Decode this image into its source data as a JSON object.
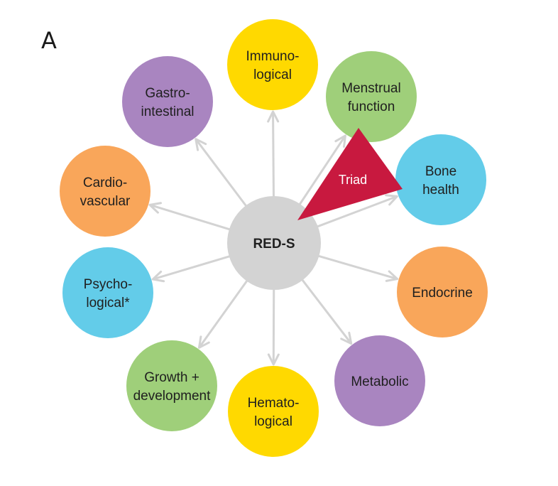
{
  "panel_label": "A",
  "center": {
    "label": "RED-S",
    "color": "#d3d3d3"
  },
  "triad": {
    "label": "Triad",
    "color": "#c8193f"
  },
  "arrow_color": "#d3d3d3",
  "nodes": [
    {
      "id": "immunological",
      "lines": [
        "Immuno-",
        "logical"
      ],
      "color": "#ffd900"
    },
    {
      "id": "menstrual-function",
      "lines": [
        "Menstrual",
        "function"
      ],
      "color": "#9fcf7a"
    },
    {
      "id": "bone-health",
      "lines": [
        "Bone",
        "health"
      ],
      "color": "#63cce9"
    },
    {
      "id": "endocrine",
      "lines": [
        "Endocrine"
      ],
      "color": "#f9a65a"
    },
    {
      "id": "metabolic",
      "lines": [
        "Metabolic"
      ],
      "color": "#a985c0"
    },
    {
      "id": "hematological",
      "lines": [
        "Hemato-",
        "logical"
      ],
      "color": "#ffd900"
    },
    {
      "id": "growth-development",
      "lines": [
        "Growth +",
        "development"
      ],
      "color": "#9fcf7a"
    },
    {
      "id": "psychological",
      "lines": [
        "Psycho-",
        "logical*"
      ],
      "color": "#63cce9"
    },
    {
      "id": "cardiovascular",
      "lines": [
        "Cardio-",
        "vascular"
      ],
      "color": "#f9a65a"
    },
    {
      "id": "gastrointestinal",
      "lines": [
        "Gastro-",
        "intestinal"
      ],
      "color": "#a985c0"
    }
  ]
}
